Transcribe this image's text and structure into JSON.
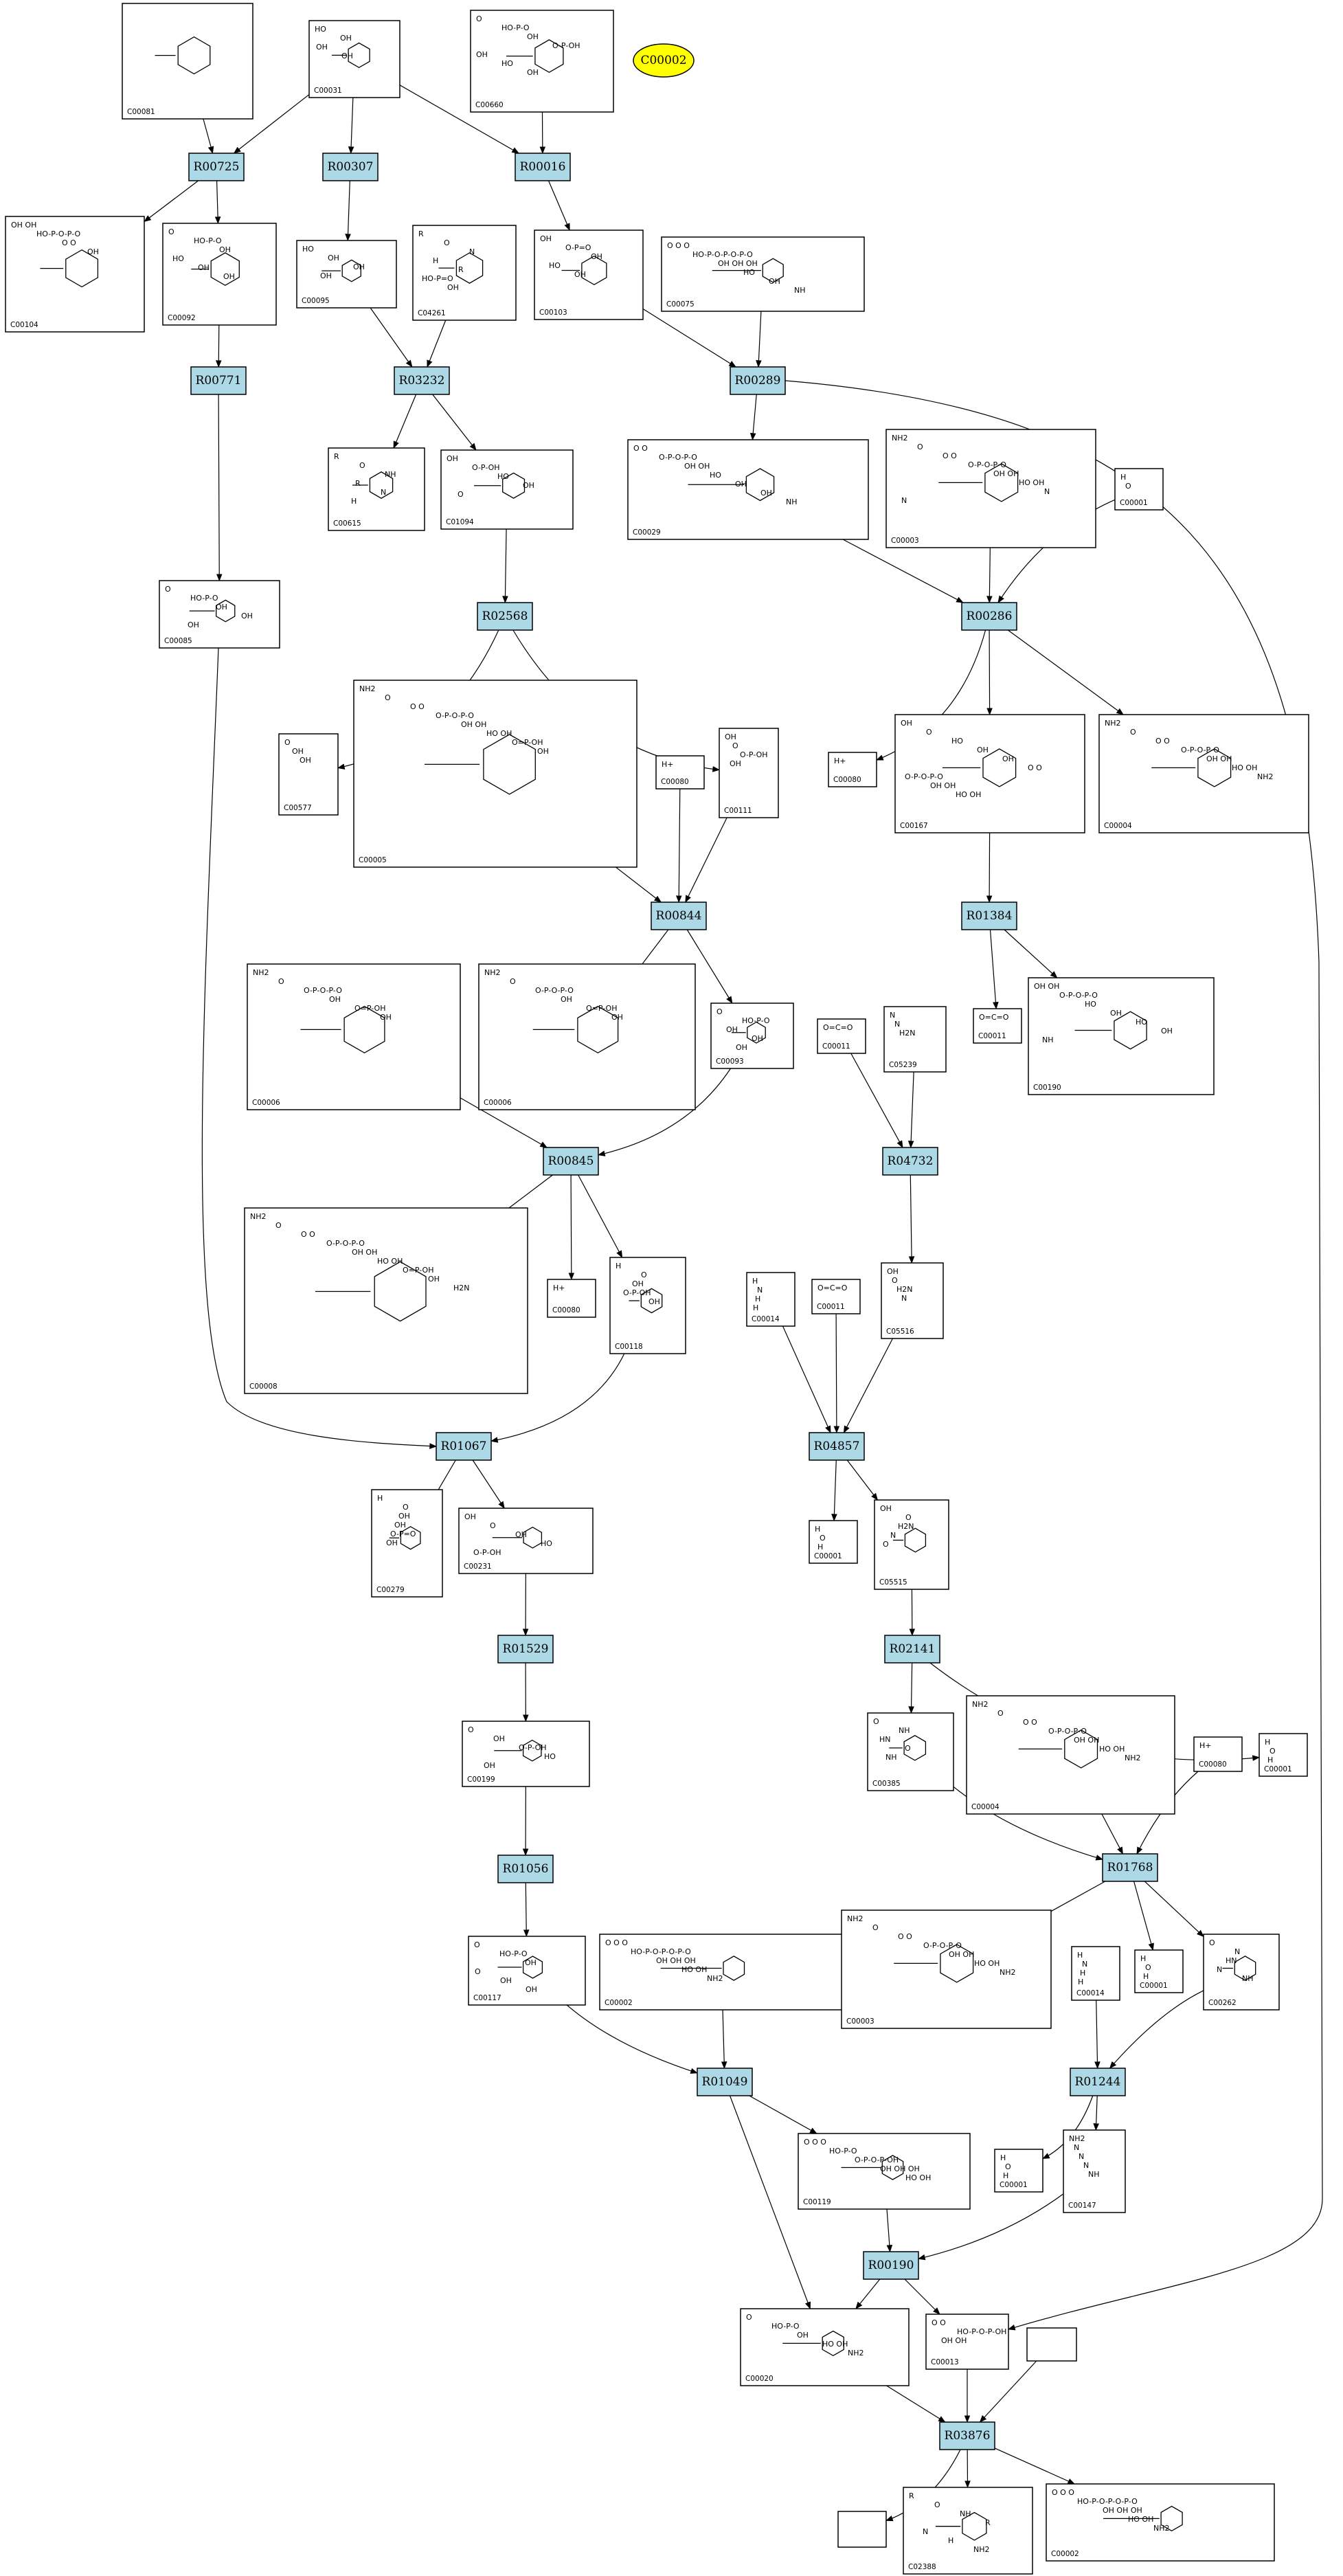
{
  "highlight": {
    "label": "C00002",
    "color": "#ffff00"
  },
  "colors": {
    "reaction_fill": "#add8e6",
    "highlight": "#ffff00"
  },
  "reactions": [
    "R00725",
    "R00307",
    "R00016",
    "R00771",
    "R03232",
    "R00289",
    "R02568",
    "R00286",
    "R00844",
    "R01384",
    "R00845",
    "R04732",
    "R01067",
    "R04857",
    "R01529",
    "R02141",
    "R01056",
    "R01768",
    "R01049",
    "R01244",
    "R00190",
    "R03876"
  ],
  "compounds": {
    "C00081": {
      "id": "C00081",
      "text": []
    },
    "C00031": {
      "id": "C00031",
      "text": [
        "HO",
        "OH",
        "OH",
        "OH"
      ]
    },
    "C00660": {
      "id": "C00660",
      "text": [
        "O",
        "HO-P-O",
        "OH",
        "O-P-OH",
        "OH",
        "HO",
        "OH"
      ]
    },
    "C00104": {
      "id": "C00104",
      "text": [
        "OH OH",
        "HO-P-O-P-O",
        "O   O",
        "OH"
      ]
    },
    "C00092": {
      "id": "C00092",
      "text": [
        "O",
        "HO-P-O",
        "OH",
        "HO",
        "OH",
        "OH"
      ]
    },
    "C00095": {
      "id": "C00095",
      "text": [
        "HO",
        "OH",
        "OH",
        "OH"
      ]
    },
    "C04261": {
      "id": "C04261",
      "text": [
        "R",
        "O",
        "N",
        "H",
        "R",
        "HO-P=O",
        "OH"
      ]
    },
    "C00103": {
      "id": "C00103",
      "text": [
        "OH",
        "O-P=O",
        "OH",
        "HO",
        "OH"
      ]
    },
    "C00075": {
      "id": "C00075",
      "text": [
        "O O O",
        "HO-P-O-P-O-P-O",
        "OH OH OH",
        "HO",
        "OH",
        "NH"
      ]
    },
    "C00615": {
      "id": "C00615",
      "text": [
        "R",
        "O",
        "NH",
        "R",
        "N",
        "H"
      ]
    },
    "C01094": {
      "id": "C01094",
      "text": [
        "OH",
        "O-P-OH",
        "HO",
        "OH",
        "O"
      ]
    },
    "C00029": {
      "id": "C00029",
      "text": [
        "O O",
        "O-P-O-P-O",
        "OH OH",
        "HO",
        "OH",
        "OH",
        "NH"
      ]
    },
    "C00003": {
      "id": "C00003",
      "text": [
        "NH2",
        "O",
        "O O",
        "O-P-O-P-O",
        "OH OH",
        "HO OH",
        "N",
        "N"
      ]
    },
    "C00001": {
      "id": "C00001",
      "text": [
        "H",
        "O",
        "H"
      ]
    },
    "C00577": {
      "id": "C00577",
      "text": [
        "O",
        "OH",
        "OH"
      ]
    },
    "C00005": {
      "id": "C00005",
      "text": [
        "NH2",
        "O",
        "O O",
        "O-P-O-P-O",
        "OH OH",
        "HO OH",
        "O=P-OH",
        "OH"
      ]
    },
    "C00080a": {
      "id": "C00080",
      "text": [
        "H+"
      ]
    },
    "C00111": {
      "id": "C00111",
      "text": [
        "OH",
        "O",
        "O-P-OH",
        "OH"
      ]
    },
    "C00080b": {
      "id": "C00080",
      "text": [
        "H+"
      ]
    },
    "C00167": {
      "id": "C00167",
      "text": [
        "OH",
        "O",
        "HO",
        "OH",
        "OH",
        "O O",
        "O-P-O-P-O",
        "OH OH",
        "HO OH"
      ]
    },
    "C00004": {
      "id": "C00004",
      "text": [
        "NH2",
        "O",
        "O O",
        "O-P-O-P-O",
        "OH OH",
        "HO OH",
        "NH2"
      ]
    },
    "C00006a": {
      "id": "C00006",
      "text": [
        "NH2",
        "O",
        "O-P-O-P-O",
        "OH",
        "O=P-OH",
        "OH"
      ]
    },
    "C00006b": {
      "id": "C00006",
      "text": [
        "NH2",
        "O",
        "O-P-O-P-O",
        "OH",
        "O=P-OH",
        "OH"
      ]
    },
    "C00093": {
      "id": "C00093",
      "text": [
        "O",
        "HO-P-O",
        "OH",
        "OH",
        "OH"
      ]
    },
    "C00011a": {
      "id": "C00011",
      "text": [
        "O=C=O"
      ]
    },
    "C05239": {
      "id": "C05239",
      "text": [
        "N",
        "N",
        "H2N"
      ]
    },
    "C00011b": {
      "id": "C00011",
      "text": [
        "O=C=O"
      ]
    },
    "C00190": {
      "id": "C00190",
      "text": [
        "OH OH",
        "O-P-O-P-O",
        "HO",
        "OH",
        "HO",
        "OH",
        "NH"
      ]
    },
    "C00008": {
      "id": "C00008",
      "text": [
        "NH2",
        "O",
        "O O",
        "O-P-O-P-O",
        "OH OH",
        "HO OH",
        "O=P-OH",
        "OH",
        "H2N"
      ]
    },
    "C00080c": {
      "id": "C00080",
      "text": [
        "H+"
      ]
    },
    "C00118": {
      "id": "C00118",
      "text": [
        "H",
        "O",
        "OH",
        "O-P-OH",
        "OH"
      ]
    },
    "C00014a": {
      "id": "C00014",
      "text": [
        "H",
        "N",
        "H",
        "H"
      ]
    },
    "C00011c": {
      "id": "C00011",
      "text": [
        "O=C=O"
      ]
    },
    "C05516": {
      "id": "C05516",
      "text": [
        "OH",
        "O",
        "H2N",
        "N"
      ]
    },
    "C00001b": {
      "id": "C00001",
      "text": [
        "H",
        "O",
        "H"
      ]
    },
    "C00279": {
      "id": "C00279",
      "text": [
        "H",
        "O",
        "OH",
        "OH",
        "O-P=O",
        "OH"
      ]
    },
    "C00231": {
      "id": "C00231",
      "text": [
        "OH",
        "O",
        "OH",
        "HO",
        "O-P-OH",
        "OH"
      ]
    },
    "C05515": {
      "id": "C05515",
      "text": [
        "OH",
        "O",
        "H2N",
        "N",
        "O"
      ]
    },
    "C00199": {
      "id": "C00199",
      "text": [
        "O",
        "OH",
        "O-P-OH",
        "HO",
        "OH",
        "OH"
      ]
    },
    "C00385": {
      "id": "C00385",
      "text": [
        "O",
        "NH",
        "HN",
        "O",
        "NH"
      ]
    },
    "C00001c": {
      "id": "C00001",
      "text": [
        "H",
        "O",
        "H"
      ]
    },
    "C00004b": {
      "id": "C00004",
      "text": [
        "NH2",
        "O",
        "O O",
        "O-P-O-P-O",
        "OH OH",
        "HO OH",
        "NH2"
      ]
    },
    "C00080d": {
      "id": "C00080",
      "text": [
        "H+"
      ]
    },
    "C00117": {
      "id": "C00117",
      "text": [
        "O",
        "HO-P-O",
        "OH",
        "O",
        "OH",
        "OH"
      ]
    },
    "C00002a": {
      "id": "C00002",
      "text": [
        "O O O",
        "HO-P-O-P-O-P-O",
        "OH OH OH",
        "HO OH",
        "NH2"
      ]
    },
    "C00003b": {
      "id": "C00003",
      "text": [
        "NH2",
        "O",
        "O O",
        "O-P-O-P-O",
        "OH OH",
        "HO OH",
        "NH2"
      ]
    },
    "C00014b": {
      "id": "C00014",
      "text": [
        "H",
        "N",
        "H",
        "H"
      ]
    },
    "C00001d": {
      "id": "C00001",
      "text": [
        "H",
        "O",
        "H"
      ]
    },
    "C00262": {
      "id": "C00262",
      "text": [
        "O",
        "N",
        "HN",
        "N",
        "NH"
      ]
    },
    "C00001e": {
      "id": "C00001",
      "text": [
        "H",
        "O",
        "H"
      ]
    },
    "C00119": {
      "id": "C00119",
      "text": [
        "O O O",
        "HO-P-O",
        "O-P-O-P-OH",
        "OH OH OH",
        "HO OH"
      ]
    },
    "C00147": {
      "id": "C00147",
      "text": [
        "NH2",
        "N",
        "N",
        "N",
        "NH"
      ]
    },
    "C00020": {
      "id": "C00020",
      "text": [
        "O",
        "HO-P-O",
        "OH",
        "HO OH",
        "NH2"
      ]
    },
    "C00013": {
      "id": "C00013",
      "text": [
        "O O",
        "HO-P-O-P-OH",
        "OH OH"
      ]
    },
    "C02388": {
      "id": "C02388",
      "text": [
        "R",
        "O",
        "NH",
        "R",
        "N",
        "H",
        "NH2"
      ]
    },
    "C00002b": {
      "id": "C00002",
      "text": [
        "O O O",
        "HO-P-O-P-O-P-O",
        "OH OH OH",
        "HO OH",
        "NH2"
      ]
    }
  }
}
